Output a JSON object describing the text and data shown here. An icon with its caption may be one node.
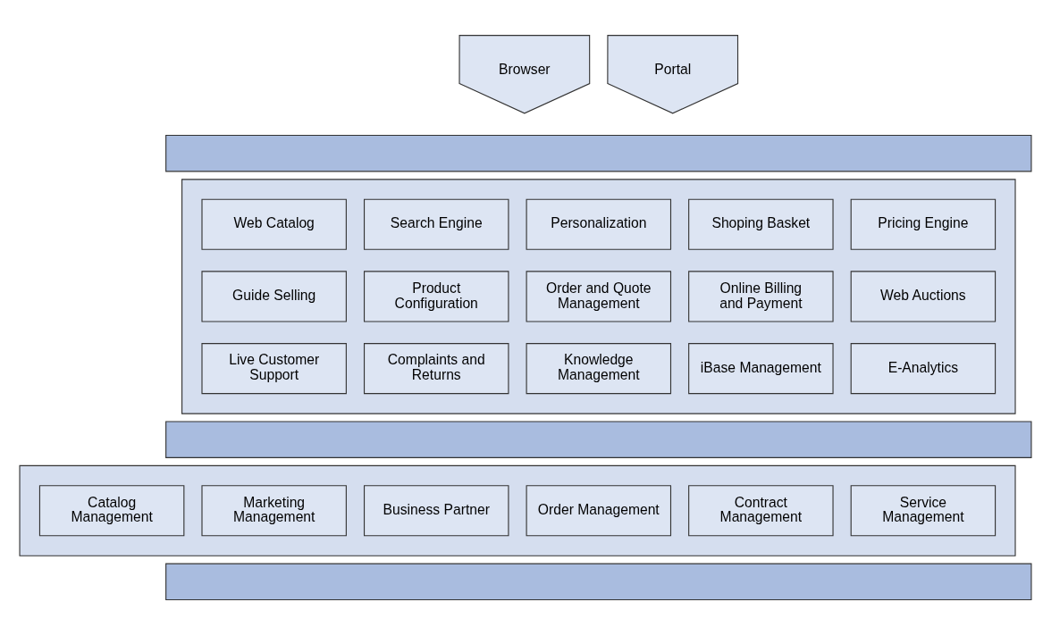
{
  "diagram": {
    "nodes": [
      {
        "text": [
          "Browser"
        ]
      },
      {
        "text": [
          "Portal"
        ]
      },
      {
        "text": [],
        "shape": "bar"
      },
      {
        "text": [],
        "shape": "box"
      },
      {
        "text": [
          "Web Catalog"
        ],
        "in": 3
      },
      {
        "text": [
          "Search Engine"
        ],
        "in": 3
      },
      {
        "text": [
          "Personalization"
        ],
        "in": 3
      },
      {
        "text": [
          "Shoping Basket"
        ],
        "in": 3
      },
      {
        "text": [
          "Pricing Engine"
        ],
        "in": 3
      },
      {
        "text": [
          "Guide Selling"
        ],
        "in": 3
      },
      {
        "text": [
          "Product Configuration"
        ],
        "in": 3
      },
      {
        "text": [
          "Order and Quote Management"
        ],
        "in": 3
      },
      {
        "text": [
          "Online Billing and Payment"
        ],
        "in": 3
      },
      {
        "text": [
          "Web Auctions"
        ],
        "in": 3
      },
      {
        "text": [
          "Live Customer Support"
        ],
        "in": 3
      },
      {
        "text": [
          "Complaints and Returns"
        ],
        "in": 3
      },
      {
        "text": [
          "Knowledge Management"
        ],
        "in": 3
      },
      {
        "text": [
          "iBase Management"
        ],
        "in": 3
      },
      {
        "text": [
          "E-Analytics"
        ],
        "in": 3
      },
      {
        "text": [],
        "shape": "bar"
      },
      {
        "text": [],
        "shape": "box"
      },
      {
        "text": [
          "Catalog Management"
        ],
        "in": 20
      },
      {
        "text": [
          "Marketing Management"
        ],
        "in": 20
      },
      {
        "text": [
          "Business Partner"
        ],
        "in": 20
      },
      {
        "text": [
          "Order Management"
        ],
        "in": 20
      },
      {
        "text": [
          "Contract Management"
        ],
        "in": 20
      },
      {
        "text": [
          "Service Management"
        ],
        "in": 20
      },
      {
        "text": [],
        "shape": "bar"
      }
    ],
    "edges": []
  }
}
